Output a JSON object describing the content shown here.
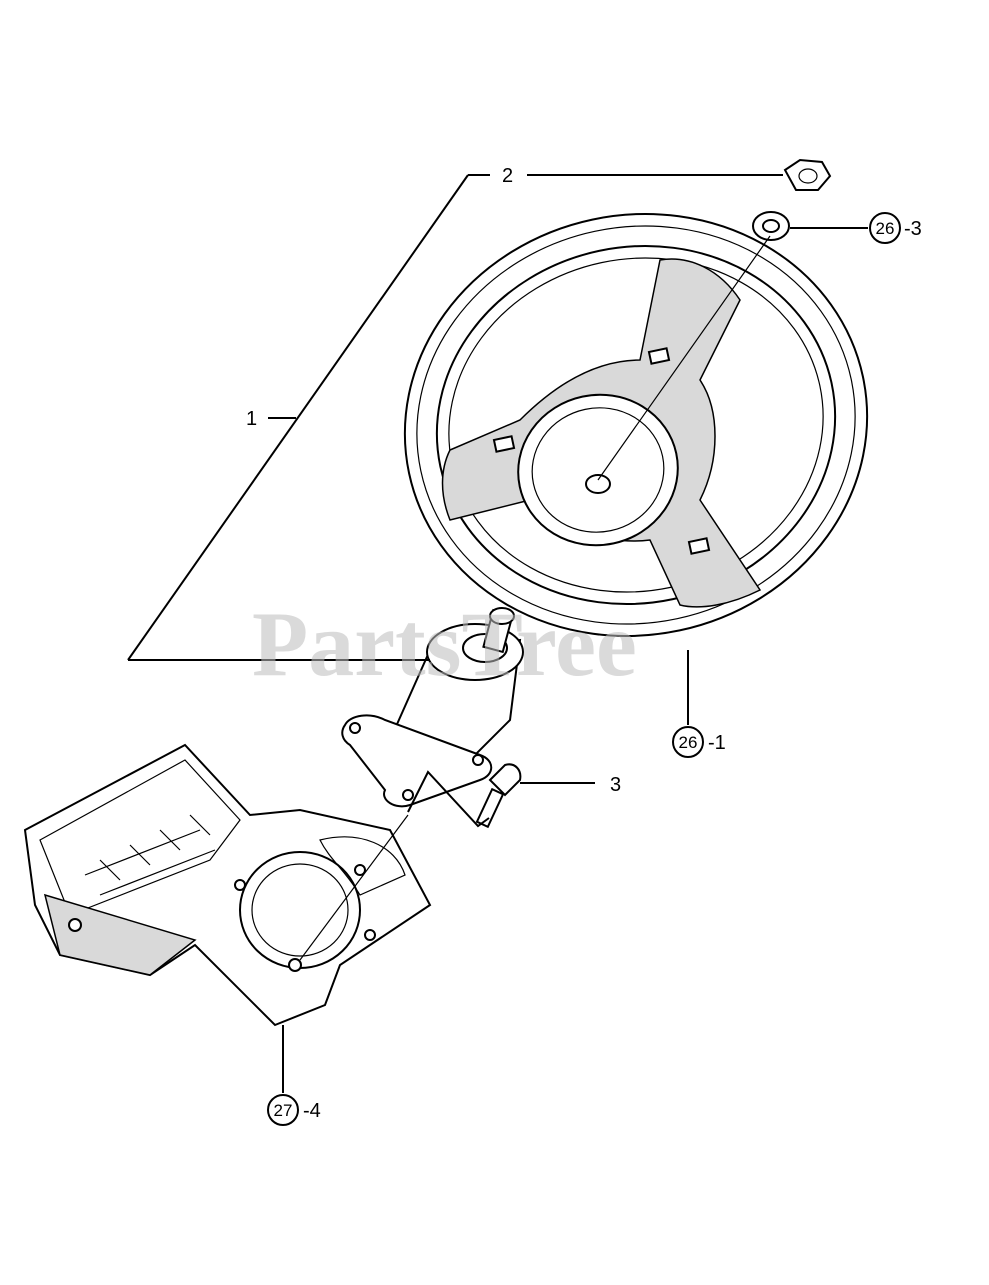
{
  "watermark": "PartsTree",
  "callouts": {
    "c1": {
      "label": "1"
    },
    "c2": {
      "label": "2"
    },
    "c3": {
      "label": "3"
    },
    "c26_3": {
      "circle": "26",
      "suffix": "-3"
    },
    "c26_1": {
      "circle": "26",
      "suffix": "-1"
    },
    "c27_4": {
      "circle": "27",
      "suffix": "-4"
    }
  },
  "parts": {
    "nut": "hex-nut-icon",
    "washer": "washer-icon",
    "wheel": "steering-wheel-icon",
    "column": "steering-column-icon",
    "bolt": "bolt-icon",
    "housing": "dash-housing-icon"
  }
}
